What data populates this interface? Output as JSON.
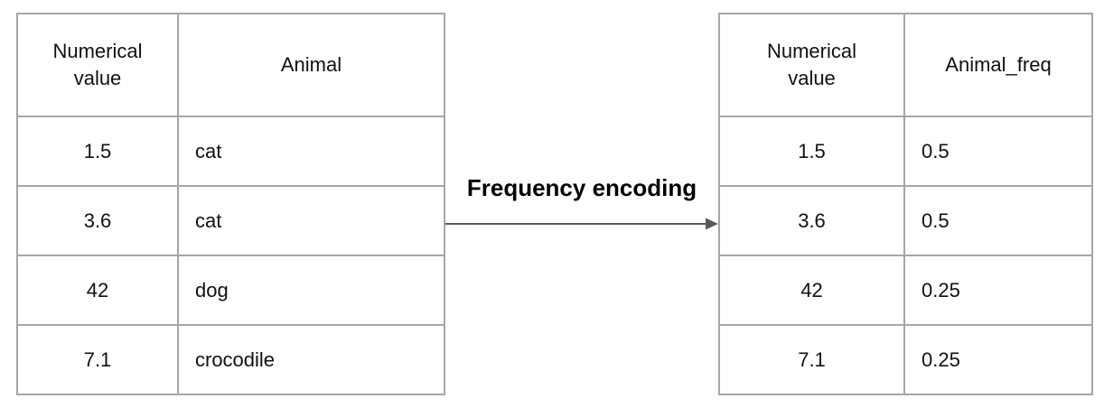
{
  "diagram": {
    "arrow_label": "Frequency encoding",
    "arrow_color": "#595959",
    "border_color": "#a6a6a6",
    "text_color": "#111111",
    "background_color": "#ffffff"
  },
  "left_table": {
    "headers": [
      "Numerical\nvalue",
      "Animal"
    ],
    "rows": [
      [
        "1.5",
        "cat"
      ],
      [
        "3.6",
        "cat"
      ],
      [
        "42",
        "dog"
      ],
      [
        "7.1",
        "crocodile"
      ]
    ]
  },
  "right_table": {
    "headers": [
      "Numerical\nvalue",
      "Animal_freq"
    ],
    "rows": [
      [
        "1.5",
        "0.5"
      ],
      [
        "3.6",
        "0.5"
      ],
      [
        "42",
        "0.25"
      ],
      [
        "7.1",
        "0.25"
      ]
    ]
  }
}
